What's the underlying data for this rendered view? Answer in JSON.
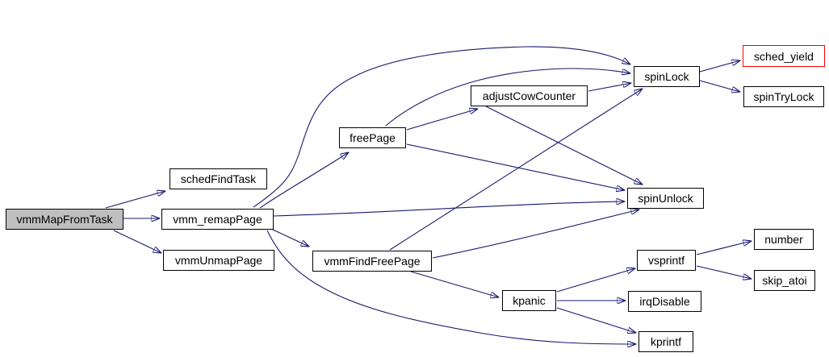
{
  "diagram": {
    "type": "call-graph",
    "root": "vmmMapFromTask",
    "colors": {
      "background": "#ffffff",
      "edge": "#191970",
      "node_border": "#000000",
      "node_fill": "#ffffff",
      "root_node_fill": "#bfbfbf",
      "highlighted_node_border": "#ff0000",
      "text": "#000000"
    },
    "nodes": {
      "vmmMapFromTask": {
        "label": "vmmMapFromTask"
      },
      "schedFindTask": {
        "label": "schedFindTask"
      },
      "vmm_remapPage": {
        "label": "vmm_remapPage"
      },
      "vmmUnmapPage": {
        "label": "vmmUnmapPage"
      },
      "freePage": {
        "label": "freePage"
      },
      "adjustCowCounter": {
        "label": "adjustCowCounter"
      },
      "spinLock": {
        "label": "spinLock"
      },
      "sched_yield": {
        "label": "sched_yield"
      },
      "spinTryLock": {
        "label": "spinTryLock"
      },
      "spinUnlock": {
        "label": "spinUnlock"
      },
      "vmmFindFreePage": {
        "label": "vmmFindFreePage"
      },
      "kpanic": {
        "label": "kpanic"
      },
      "vsprintf": {
        "label": "vsprintf"
      },
      "number": {
        "label": "number"
      },
      "skip_atoi": {
        "label": "skip_atoi"
      },
      "irqDisable": {
        "label": "irqDisable"
      },
      "kprintf": {
        "label": "kprintf"
      }
    },
    "edges": [
      {
        "from": "vmmMapFromTask",
        "to": "schedFindTask"
      },
      {
        "from": "vmmMapFromTask",
        "to": "vmm_remapPage"
      },
      {
        "from": "vmmMapFromTask",
        "to": "vmmUnmapPage"
      },
      {
        "from": "vmm_remapPage",
        "to": "freePage"
      },
      {
        "from": "vmm_remapPage",
        "to": "spinLock"
      },
      {
        "from": "vmm_remapPage",
        "to": "spinUnlock"
      },
      {
        "from": "vmm_remapPage",
        "to": "vmmFindFreePage"
      },
      {
        "from": "vmm_remapPage",
        "to": "kprintf"
      },
      {
        "from": "freePage",
        "to": "adjustCowCounter"
      },
      {
        "from": "freePage",
        "to": "spinLock"
      },
      {
        "from": "freePage",
        "to": "spinUnlock"
      },
      {
        "from": "adjustCowCounter",
        "to": "spinLock"
      },
      {
        "from": "adjustCowCounter",
        "to": "spinUnlock"
      },
      {
        "from": "vmmFindFreePage",
        "to": "spinLock"
      },
      {
        "from": "vmmFindFreePage",
        "to": "spinUnlock"
      },
      {
        "from": "vmmFindFreePage",
        "to": "kpanic"
      },
      {
        "from": "kpanic",
        "to": "vsprintf"
      },
      {
        "from": "kpanic",
        "to": "irqDisable"
      },
      {
        "from": "kpanic",
        "to": "kprintf"
      },
      {
        "from": "vsprintf",
        "to": "number"
      },
      {
        "from": "vsprintf",
        "to": "skip_atoi"
      },
      {
        "from": "spinLock",
        "to": "sched_yield"
      },
      {
        "from": "spinLock",
        "to": "spinTryLock"
      }
    ]
  }
}
